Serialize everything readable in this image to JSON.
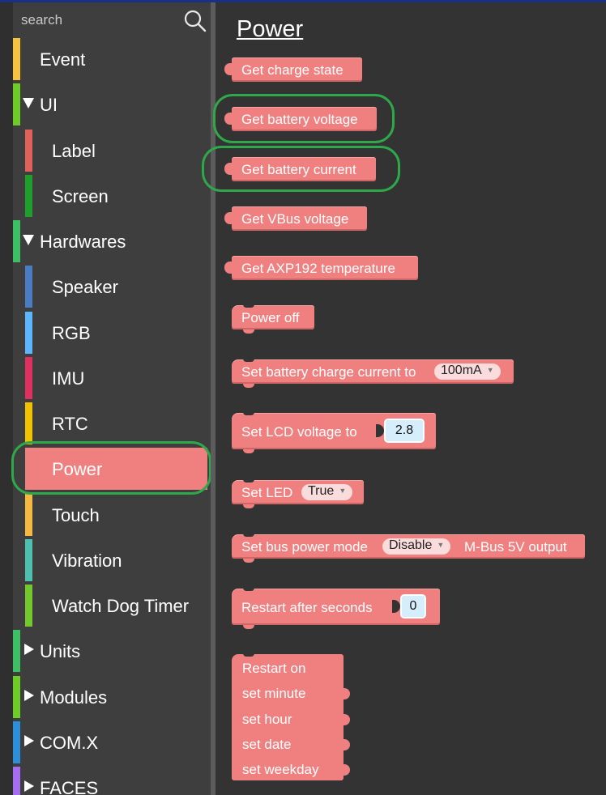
{
  "search": {
    "placeholder": "search"
  },
  "sidebar": {
    "categories": [
      {
        "label": "Event",
        "color": "#f5c242"
      },
      {
        "label": "UI",
        "color": "#6fcb27",
        "expanded": true
      },
      {
        "label": "Label",
        "color": "#e0605a"
      },
      {
        "label": "Screen",
        "color": "#1e9f2c"
      },
      {
        "label": "Hardwares",
        "color": "#3fbf65",
        "expanded": true
      },
      {
        "label": "Speaker",
        "color": "#4a7cc4"
      },
      {
        "label": "RGB",
        "color": "#5cb6ff"
      },
      {
        "label": "IMU",
        "color": "#e0305f"
      },
      {
        "label": "RTC",
        "color": "#f2c200"
      },
      {
        "label": "Power",
        "color": "#f08080",
        "selected": true
      },
      {
        "label": "Touch",
        "color": "#f5b840"
      },
      {
        "label": "Vibration",
        "color": "#4ec0b0"
      },
      {
        "label": "Watch Dog Timer",
        "color": "#73c92c"
      },
      {
        "label": "Units",
        "color": "#3fbf65",
        "expanded": false
      },
      {
        "label": "Modules",
        "color": "#6fcb27",
        "expanded": false
      },
      {
        "label": "COM.X",
        "color": "#2d8fd9",
        "expanded": false
      },
      {
        "label": "FACES",
        "color": "#a56ef0",
        "expanded": false
      }
    ]
  },
  "canvas": {
    "title": "Power",
    "blocks": {
      "get_charge_state": "Get charge state",
      "get_battery_voltage": "Get battery voltage",
      "get_battery_current": "Get battery current",
      "get_vbus_voltage": "Get VBus voltage",
      "get_axp_temp": "Get AXP192 temperature",
      "power_off": "Power off",
      "set_charge_current": {
        "label": "Set battery charge current to",
        "value": "100mA"
      },
      "set_lcd_voltage": {
        "label": "Set LCD voltage to",
        "value": "2.8"
      },
      "set_led": {
        "label": "Set LED",
        "value": "True"
      },
      "set_bus_power": {
        "label": "Set bus power mode",
        "value": "Disable",
        "suffix": "M-Bus 5V output"
      },
      "restart_after": {
        "label": "Restart after seconds",
        "value": "0"
      },
      "restart_on": {
        "title": "Restart on",
        "inputs": [
          "set minute",
          "set hour",
          "set date",
          "set weekday"
        ]
      }
    }
  },
  "colors": {
    "block": "#f08080",
    "highlight": "#2ea84a",
    "background": "#333333",
    "sidebar": "#3e3e3e"
  }
}
